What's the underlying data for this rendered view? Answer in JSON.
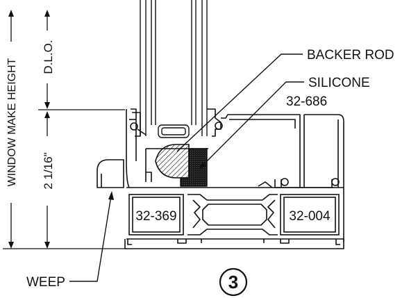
{
  "dimensions": {
    "overall_height": "WINDOW MAKE HEIGHT",
    "dlo": "D.L.O.",
    "sill_height": "2 1/16\""
  },
  "callouts": {
    "backer_rod": "BACKER ROD",
    "silicone": "SILICONE",
    "sill_part": "32-686",
    "weep": "WEEP"
  },
  "profiles": {
    "left_chamber": "32-369",
    "right_chamber": "32-004"
  },
  "detail_number": "3",
  "colors": {
    "line": "#111111",
    "background": "#ffffff",
    "sealant": "#222222"
  }
}
